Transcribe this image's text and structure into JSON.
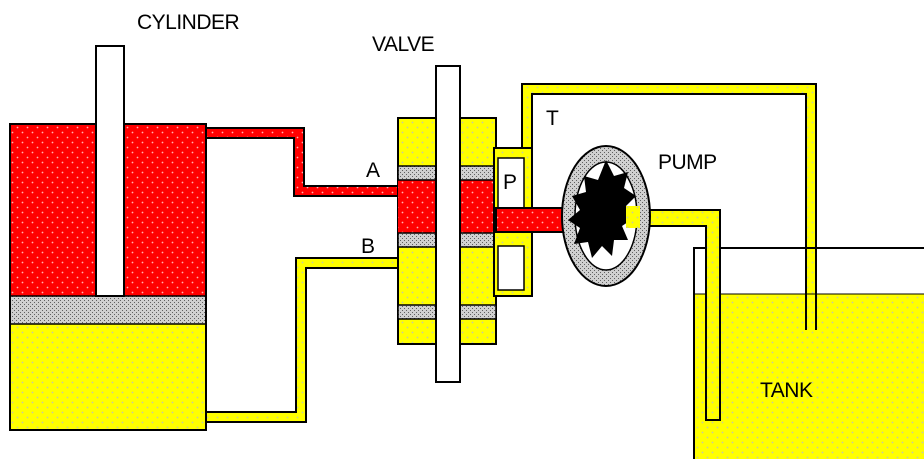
{
  "labels": {
    "cylinder": "CYLINDER",
    "valve": "VALVE",
    "port_a": "A",
    "port_b": "B",
    "port_p": "P",
    "port_t": "T",
    "pump": "PUMP",
    "tank": "TANK"
  },
  "colors": {
    "pressure_fluid": "#ff0000",
    "return_fluid": "#ffff00",
    "piston_and_spool_lands": "#c0c0c0",
    "rod": "#ffffff",
    "outline": "#000000",
    "pump_gear": "#000000"
  }
}
